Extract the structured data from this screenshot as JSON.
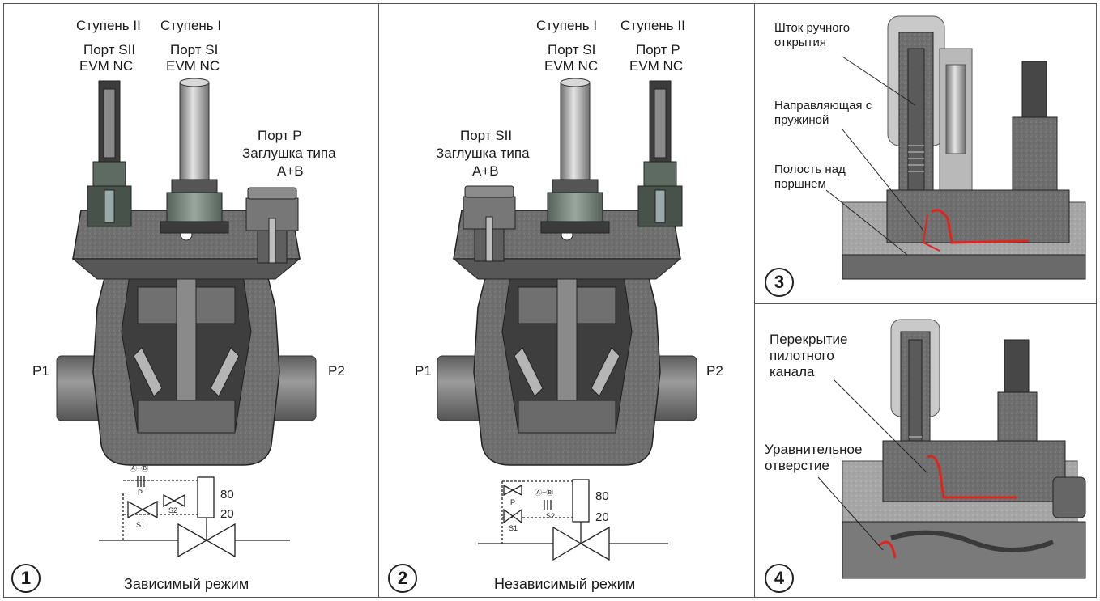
{
  "panel1": {
    "stage2_title": "Ступень II",
    "stage1_title": "Ступень I",
    "port_sii": "Порт SII",
    "evm_nc_a": "EVM NC",
    "port_si": "Порт SI",
    "evm_nc_b": "EVM NC",
    "port_p": "Порт P",
    "plug_type": "Заглушка типа",
    "plug_ab": "A+B",
    "p1": "P1",
    "p2": "P2",
    "number": "1",
    "caption": "Зависимый режим",
    "schematic": {
      "ab": "Ⓐ+Ⓑ",
      "p": "P",
      "s1": "S1",
      "s2": "S2",
      "v80": "80",
      "v20": "20"
    }
  },
  "panel2": {
    "stage1_title": "Ступень I",
    "stage2_title": "Ступень II",
    "port_si": "Порт SI",
    "evm_nc_a": "EVM NC",
    "port_p": "Порт P",
    "evm_nc_b": "EVM NC",
    "port_sii": "Порт SII",
    "plug_type": "Заглушка типа",
    "plug_ab": "A+B",
    "p1": "P1",
    "p2": "P2",
    "number": "2",
    "caption": "Независимый режим",
    "schematic": {
      "ab": "Ⓐ+Ⓑ",
      "p": "P",
      "s1": "S1",
      "s2": "S2",
      "v80": "80",
      "v20": "20"
    }
  },
  "panel3": {
    "stem_line1": "Шток ручного",
    "stem_line2": "открытия",
    "guide_line1": "Направляющая с",
    "guide_line2": "пружиной",
    "cavity_line1": "Полость над",
    "cavity_line2": "поршнем",
    "number": "3"
  },
  "panel4": {
    "pilot_line1": "Перекрытие",
    "pilot_line2": "пилотного",
    "pilot_line3": "канала",
    "equal_line1": "Уравнительное",
    "equal_line2": "отверстие",
    "number": "4"
  },
  "colors": {
    "border": "#555555",
    "body": "#7a7a7a",
    "body_dark": "#4e4e4e",
    "pipe": "#8a8a8a",
    "flow": "#e3231b"
  }
}
